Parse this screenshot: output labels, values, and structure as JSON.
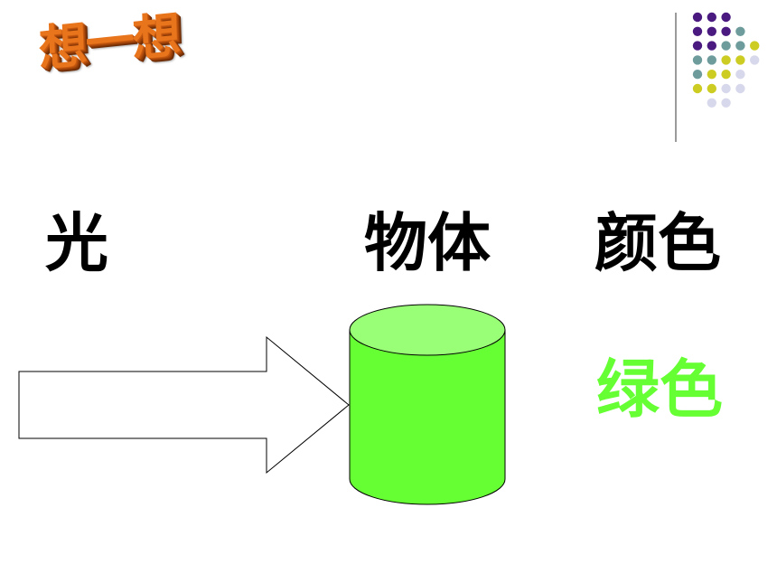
{
  "title": "想一想",
  "labels": {
    "light": "光",
    "object": "物体",
    "color": "颜色",
    "result": "绿色"
  },
  "colors": {
    "object_body": "#66ff33",
    "object_top": "#99ff77",
    "result_text": "#66ff33",
    "title_face": "#e8741c",
    "dot_purple": "#4a1a80",
    "dot_teal": "#6e9c9c",
    "dot_yellow": "#cccc22",
    "dot_lavender": "#d8d8ec"
  },
  "icons": {
    "light_arrow": "right-arrow-outline-icon",
    "object": "green-cylinder-icon",
    "decoration": "dot-grid-icon"
  }
}
